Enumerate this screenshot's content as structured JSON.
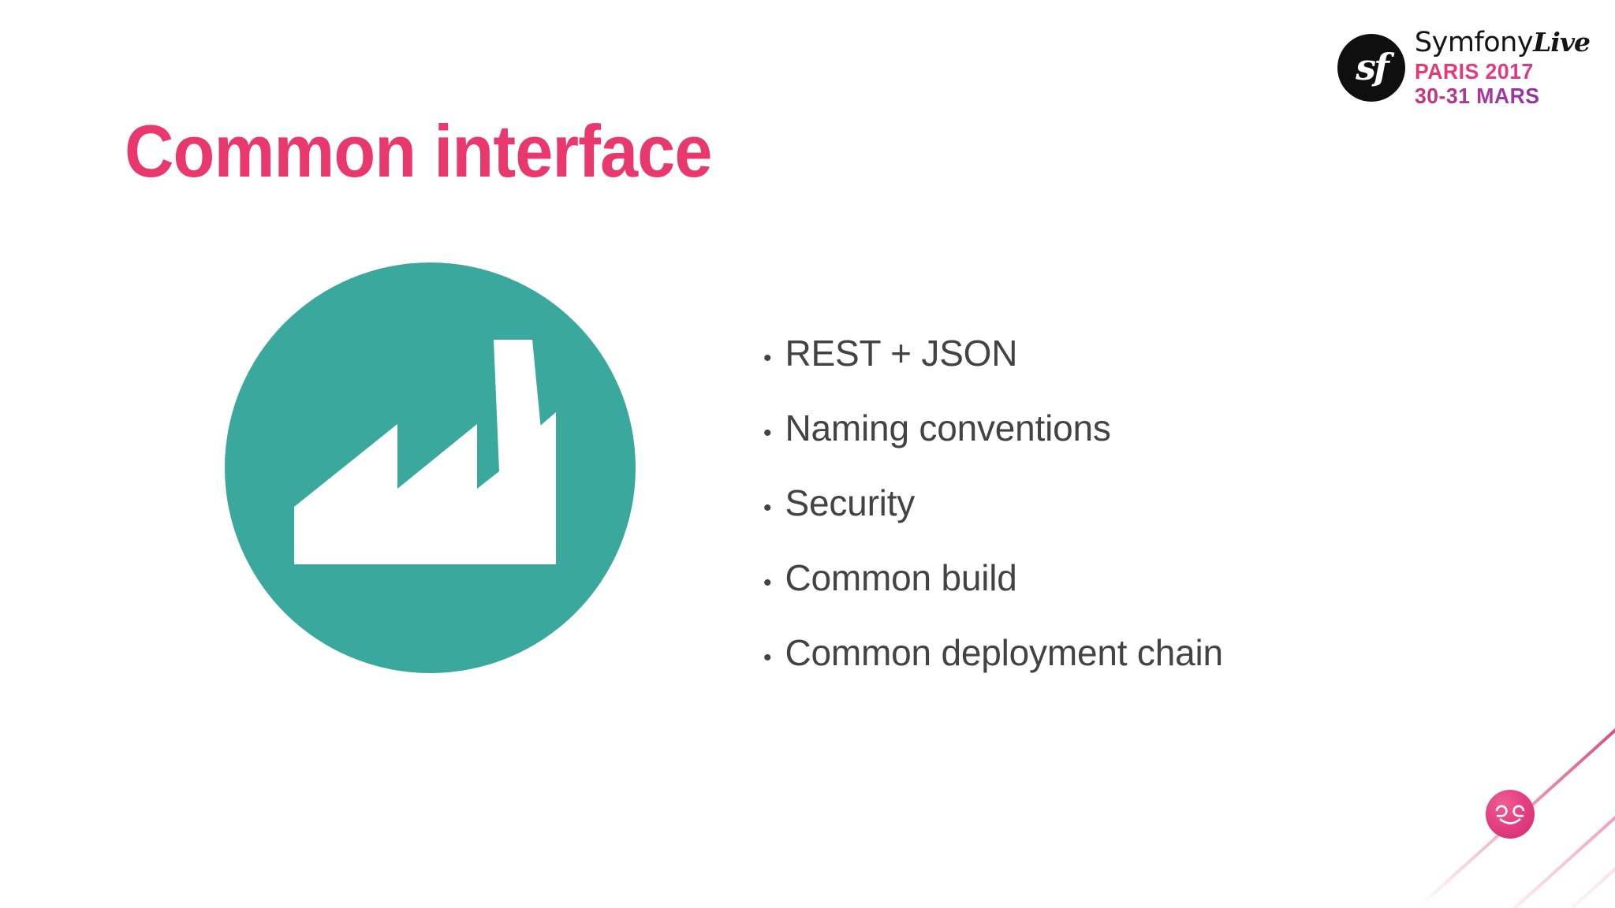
{
  "slide": {
    "title": "Common interface",
    "background_color": "#ffffff",
    "title_color": "#e8386d",
    "body_text_color": "#434343"
  },
  "branding": {
    "symfony_mark_label": "sf",
    "symfony_word": "Symfony",
    "symfony_live_word": "Live",
    "city_year": "PARIS 2017",
    "dates": "30-31 MARS",
    "mark_background_color": "#0f0f0f",
    "city_gradient_from": "#e8386d",
    "city_gradient_to": "#b03a9c",
    "dates_gradient_from": "#c9357f",
    "dates_gradient_to": "#7b36a8"
  },
  "illustration": {
    "icon_name": "factory-icon",
    "circle_color": "#3ba89d",
    "glyph_color": "#ffffff"
  },
  "bullets": [
    {
      "marker": "•",
      "text": "REST + JSON"
    },
    {
      "marker": "•",
      "text": "Naming conventions"
    },
    {
      "marker": "•",
      "text": "Security"
    },
    {
      "marker": "•",
      "text": "Common build"
    },
    {
      "marker": "•",
      "text": "Common deployment chain"
    }
  ],
  "corner_decoration": {
    "logo_name": "ee-smiley-logo",
    "logo_color": "#e33f82",
    "line_colors": [
      "#c8235f",
      "#e03c78",
      "#f096b4"
    ]
  }
}
